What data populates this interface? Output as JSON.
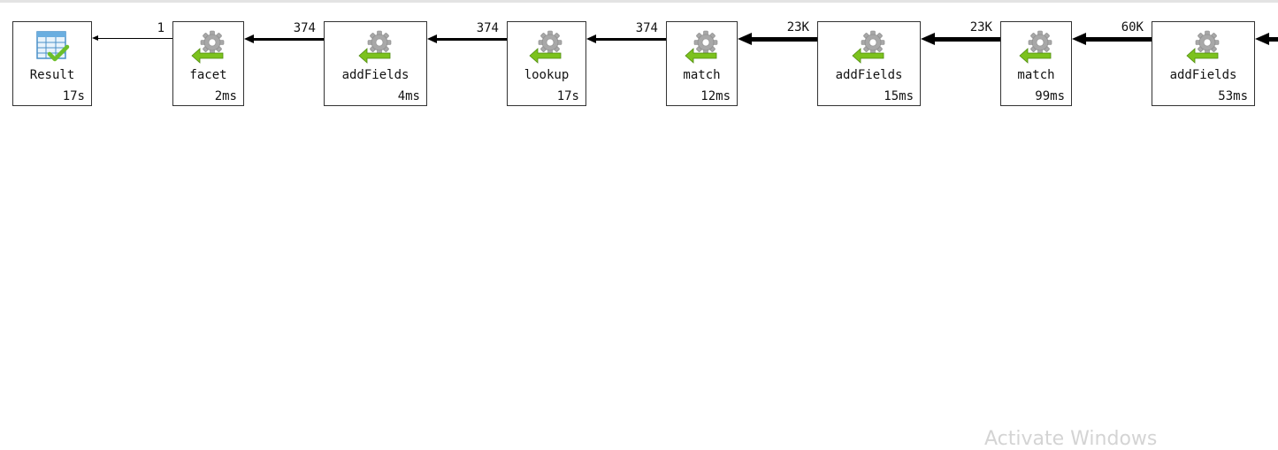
{
  "pipeline": {
    "nodes": [
      {
        "name": "result",
        "label": "Result",
        "time": "17s",
        "icon": "table-check-icon"
      },
      {
        "name": "facet",
        "label": "facet",
        "time": "2ms",
        "icon": "gear-return-icon"
      },
      {
        "name": "addfields-1",
        "label": "addFields",
        "time": "4ms",
        "icon": "gear-return-icon"
      },
      {
        "name": "lookup",
        "label": "lookup",
        "time": "17s",
        "icon": "gear-return-icon"
      },
      {
        "name": "match-1",
        "label": "match",
        "time": "12ms",
        "icon": "gear-return-icon"
      },
      {
        "name": "addfields-2",
        "label": "addFields",
        "time": "15ms",
        "icon": "gear-return-icon"
      },
      {
        "name": "match-2",
        "label": "match",
        "time": "99ms",
        "icon": "gear-return-icon"
      },
      {
        "name": "addfields-3",
        "label": "addFields",
        "time": "53ms",
        "icon": "gear-return-icon"
      }
    ],
    "edges": [
      {
        "count": "1"
      },
      {
        "count": "374"
      },
      {
        "count": "374"
      },
      {
        "count": "374"
      },
      {
        "count": "23K"
      },
      {
        "count": "23K"
      },
      {
        "count": "60K"
      },
      {
        "count": ""
      }
    ]
  },
  "watermark": "Activate Windows",
  "colors": {
    "gear": "#a8a8a8",
    "arrow_green": "#7cc21e",
    "table_blue": "#4a90c8",
    "check_green": "#6cbf2a"
  }
}
